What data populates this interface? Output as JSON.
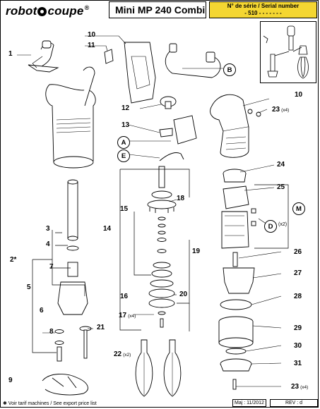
{
  "header": {
    "brand": "robot coupe",
    "brand_mark": "®",
    "title": "Mini MP 240 Combi",
    "serial_label": "N° de série / Serial number",
    "serial_value": "- 510 - - - - -      - -"
  },
  "callouts": {
    "c1": "1",
    "c2star": "2*",
    "c3": "3",
    "c4": "4",
    "c5": "5",
    "c6": "6",
    "c7": "7",
    "c8": "8",
    "c9": "9",
    "c10a": "10",
    "c10b": "10",
    "c11": "11",
    "c12": "12",
    "c13": "13",
    "c14": "14",
    "c15": "15",
    "c16": "16",
    "c17": "17",
    "c17x": "(x4)",
    "c18": "18",
    "c19": "19",
    "c20": "20",
    "c21": "21",
    "c22": "22",
    "c22x": "(x2)",
    "c23a": "23",
    "c23ax": "(x4)",
    "c23b": "23",
    "c23bx": "(x4)",
    "c24": "24",
    "c25": "25",
    "c26": "26",
    "c27": "27",
    "c28": "28",
    "c29": "29",
    "c30": "30",
    "c31": "31",
    "dx": "(x2)"
  },
  "letters": {
    "A": "A",
    "B": "B",
    "D": "D",
    "E": "E",
    "M": "M"
  },
  "footer": {
    "note": "✱ Voir tarif machines / See export price list",
    "maj": "Maj : 11/2012",
    "rev": "REV : d"
  }
}
